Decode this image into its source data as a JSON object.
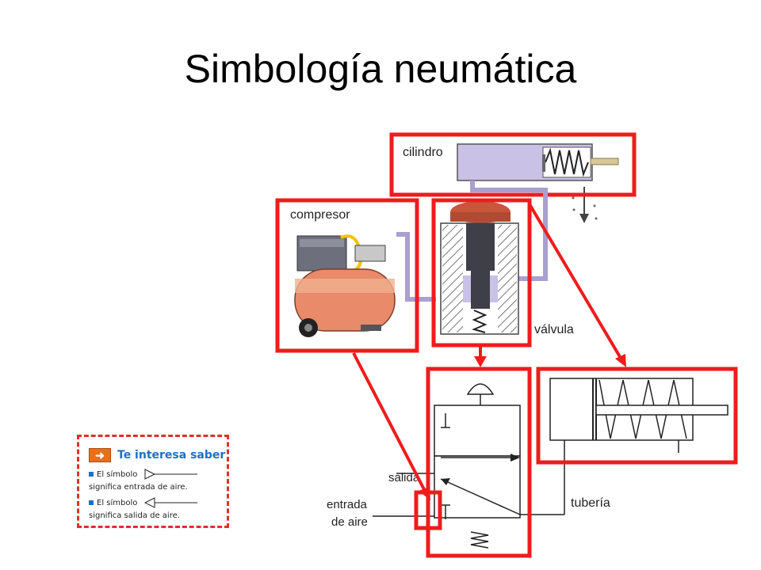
{
  "title": "Simbología neumática",
  "labels": {
    "cilindro": "cilindro",
    "compresor": "compresor",
    "valvula": "válvula",
    "salida": "salida",
    "entrada_line1": "entrada",
    "entrada_line2": "de aire",
    "tuberia": "tubería"
  },
  "tip": {
    "title": "Te interesa saber",
    "item1_prefix": "El símbolo",
    "item1_text": "significa entrada de aire.",
    "item2_prefix": "El símbolo",
    "item2_text": "significa salida de aire."
  },
  "colors": {
    "highlight": "#ee1c1c",
    "cylinder_fill": "#c9c1e6",
    "compressor_tank": "#e98a6a",
    "valve_cap": "#c9563a"
  }
}
